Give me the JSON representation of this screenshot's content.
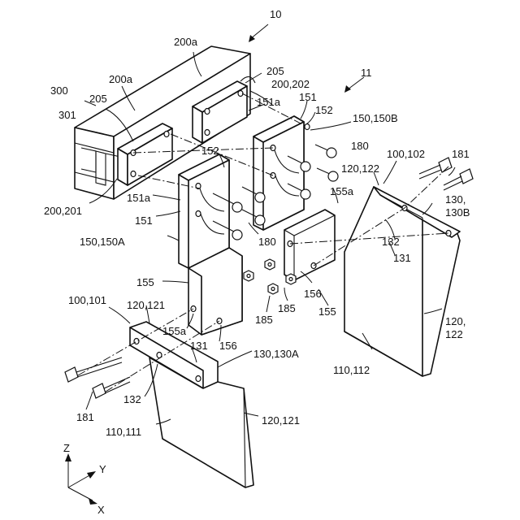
{
  "labels": {
    "l10": "10",
    "l11": "11",
    "l300": "300",
    "l301": "301",
    "l200a_top": "200a",
    "l200a_mid": "200a",
    "l205_top": "205",
    "l205_left": "205",
    "l200_202": "200,202",
    "l151a_top": "151a",
    "l151_top": "151",
    "l152_top": "152",
    "l150_150B": "150,150B",
    "l180_top": "180",
    "l152_mid": "152",
    "l100_102": "100,102",
    "l181_top": "181",
    "l120_122_top": "120,122",
    "l130_130B_a": "130,",
    "l130_130B_b": "130B",
    "l155a_right": "155a",
    "l151a_left": "151a",
    "l200_201": "200,201",
    "l151_left": "151",
    "l180_mid": "180",
    "l150_150A": "150,150A",
    "l132_right": "132",
    "l131_right": "131",
    "l155_left": "155",
    "l156_right": "156",
    "l185_right": "185",
    "l185_left": "185",
    "l155_right": "155",
    "l100_101": "100,101",
    "l120_121_top": "120,121",
    "l155a_left": "155a",
    "l156_left": "156",
    "l131_left": "131",
    "l130_130A": "130,130A",
    "l120_122_b_a": "120,",
    "l120_122_b_b": "122",
    "l110_112": "110,112",
    "l132_left": "132",
    "l181_left": "181",
    "l110_111": "110,111",
    "l120_121_bottom": "120,121",
    "axis_z": "Z",
    "axis_y": "Y",
    "axis_x": "X"
  }
}
